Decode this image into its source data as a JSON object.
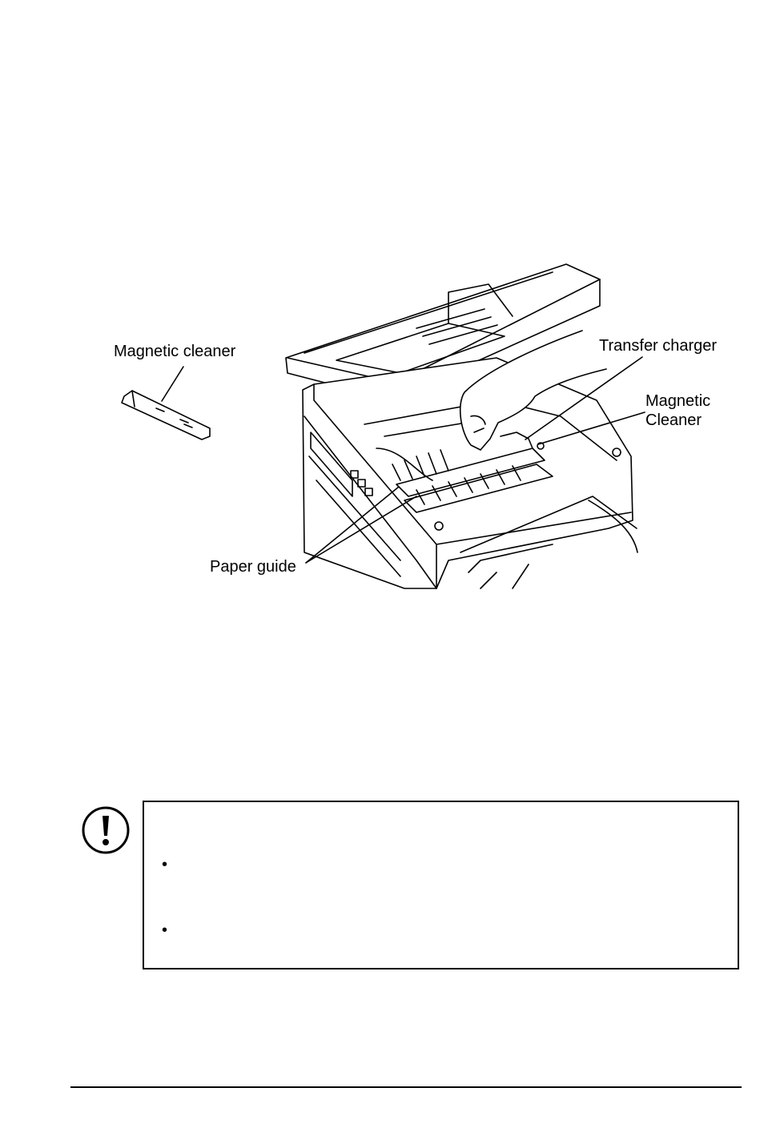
{
  "figure": {
    "labels": {
      "magnetic_cleaner": "Magnetic cleaner",
      "transfer_charger": "Transfer charger",
      "magnetic": "Magnetic",
      "cleaner": "Cleaner",
      "paper_guide": "Paper guide"
    }
  },
  "note": {
    "icon": "caution-exclamation-icon",
    "bullet_glyph": "•"
  }
}
